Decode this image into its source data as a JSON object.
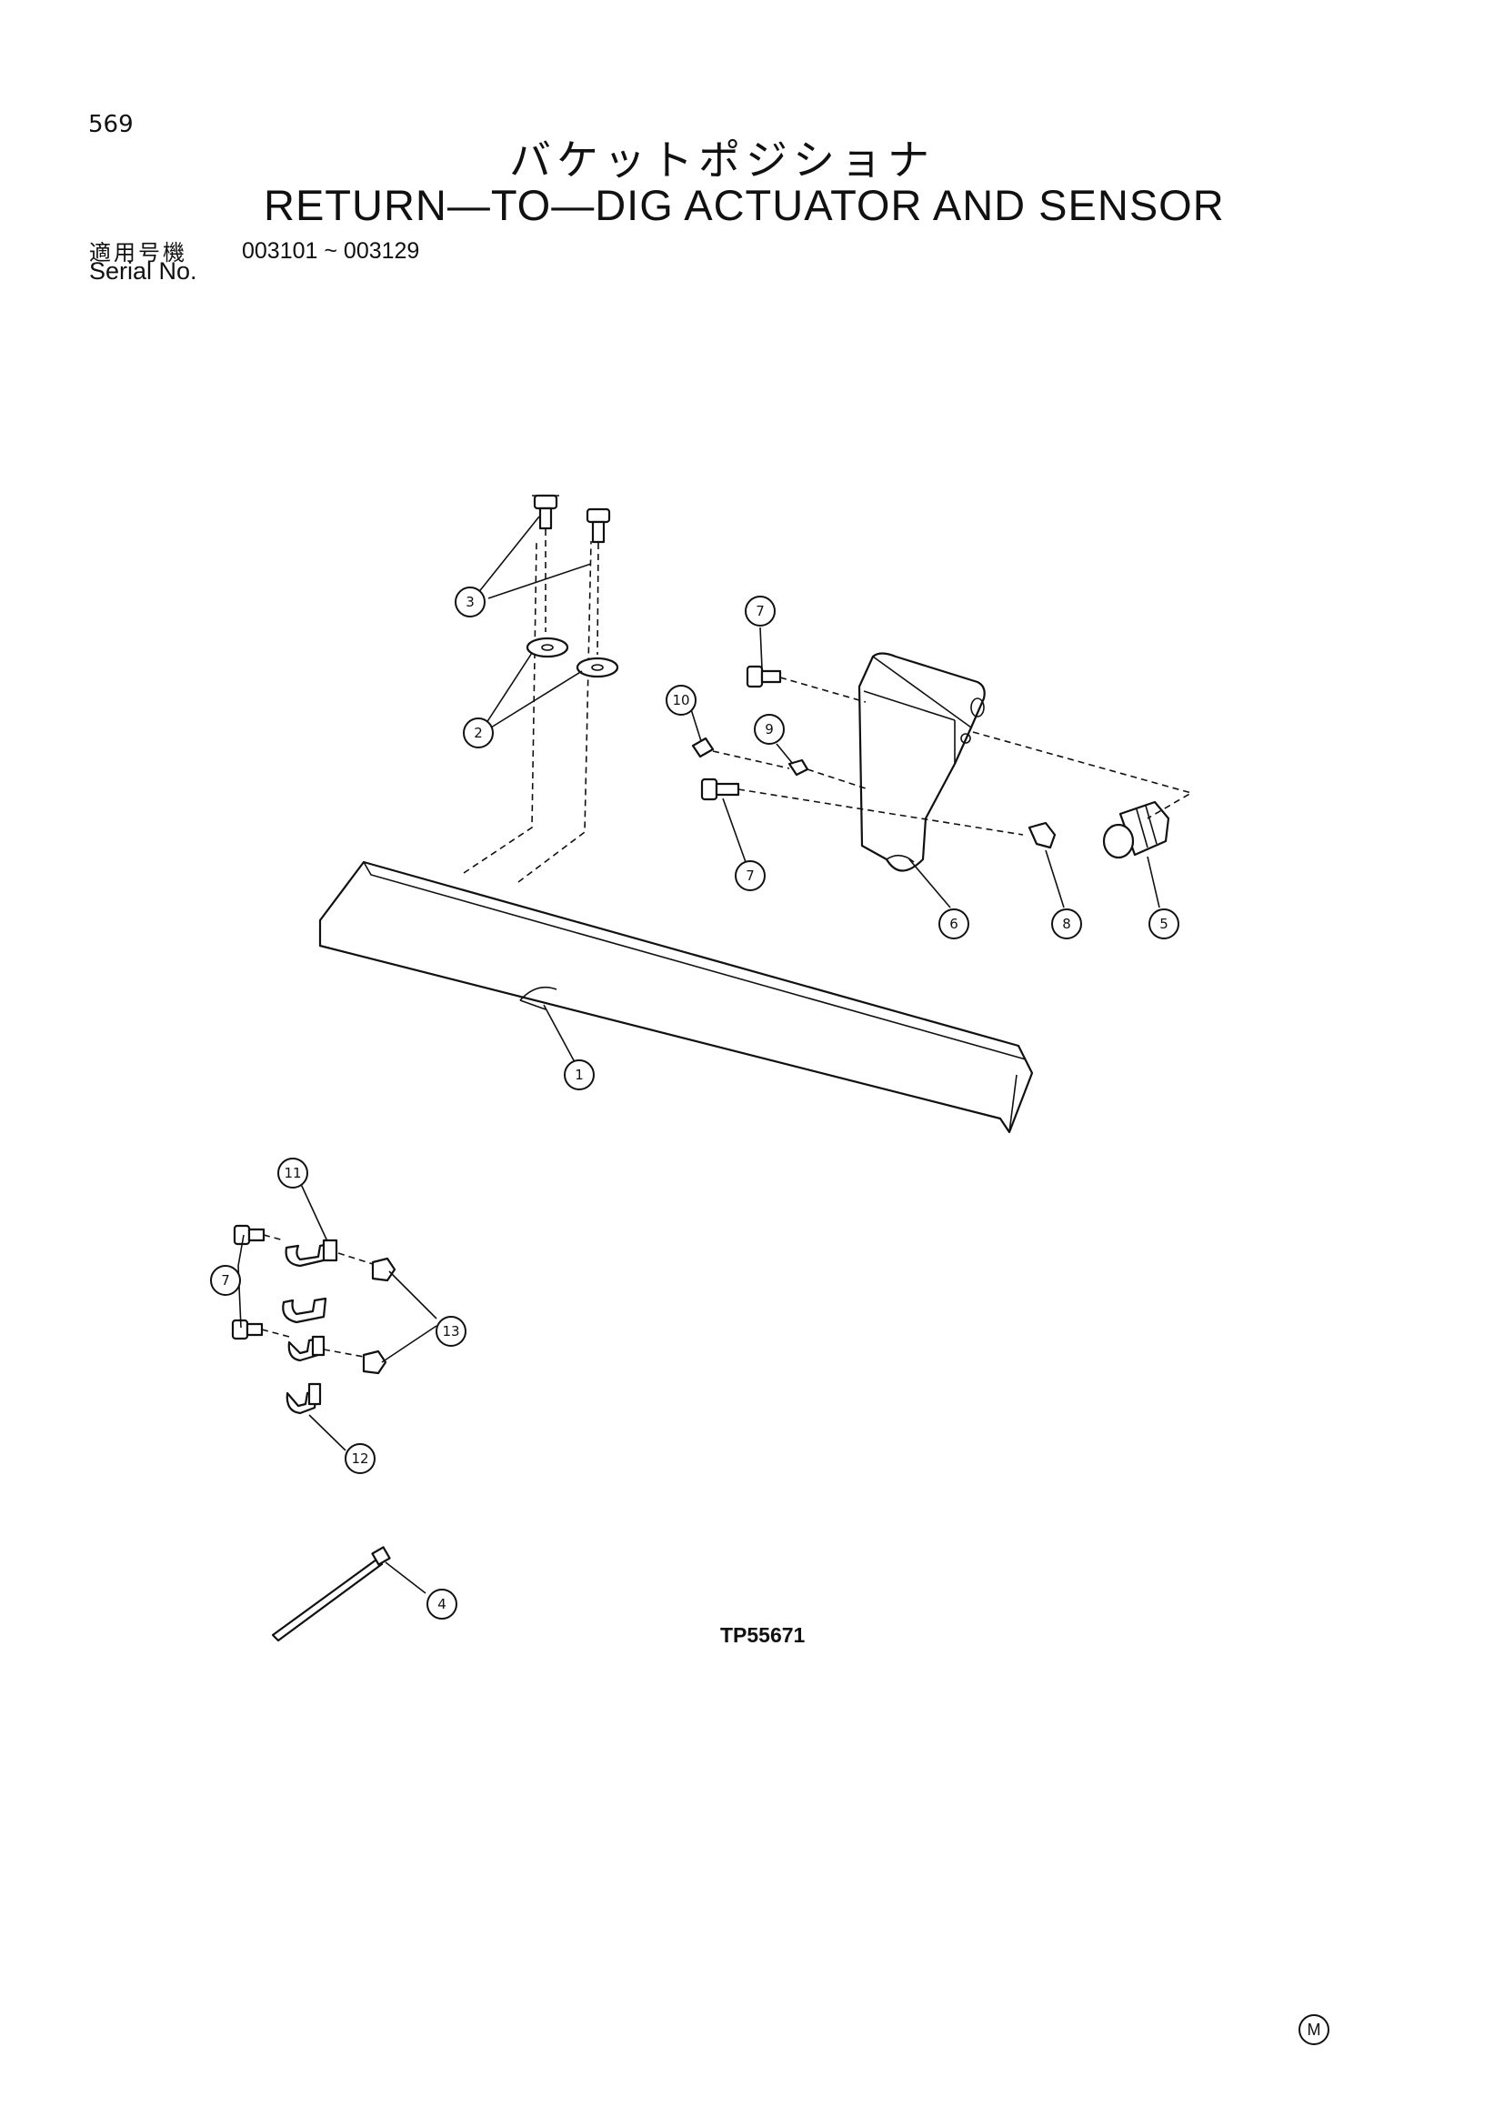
{
  "page_number": "569",
  "title_jp": "バケットポジショナ",
  "title_en": "RETURN—TO—DIG ACTUATOR AND SENSOR",
  "serial": {
    "label_jp": "適用号機",
    "label_en": "Serial No.",
    "range": "003101 ~ 003129"
  },
  "drawing_code": "TP55671",
  "maker_mark": "M",
  "callouts": [
    "1",
    "2",
    "3",
    "4",
    "5",
    "6",
    "7",
    "8",
    "9",
    "10",
    "11",
    "12",
    "13"
  ]
}
